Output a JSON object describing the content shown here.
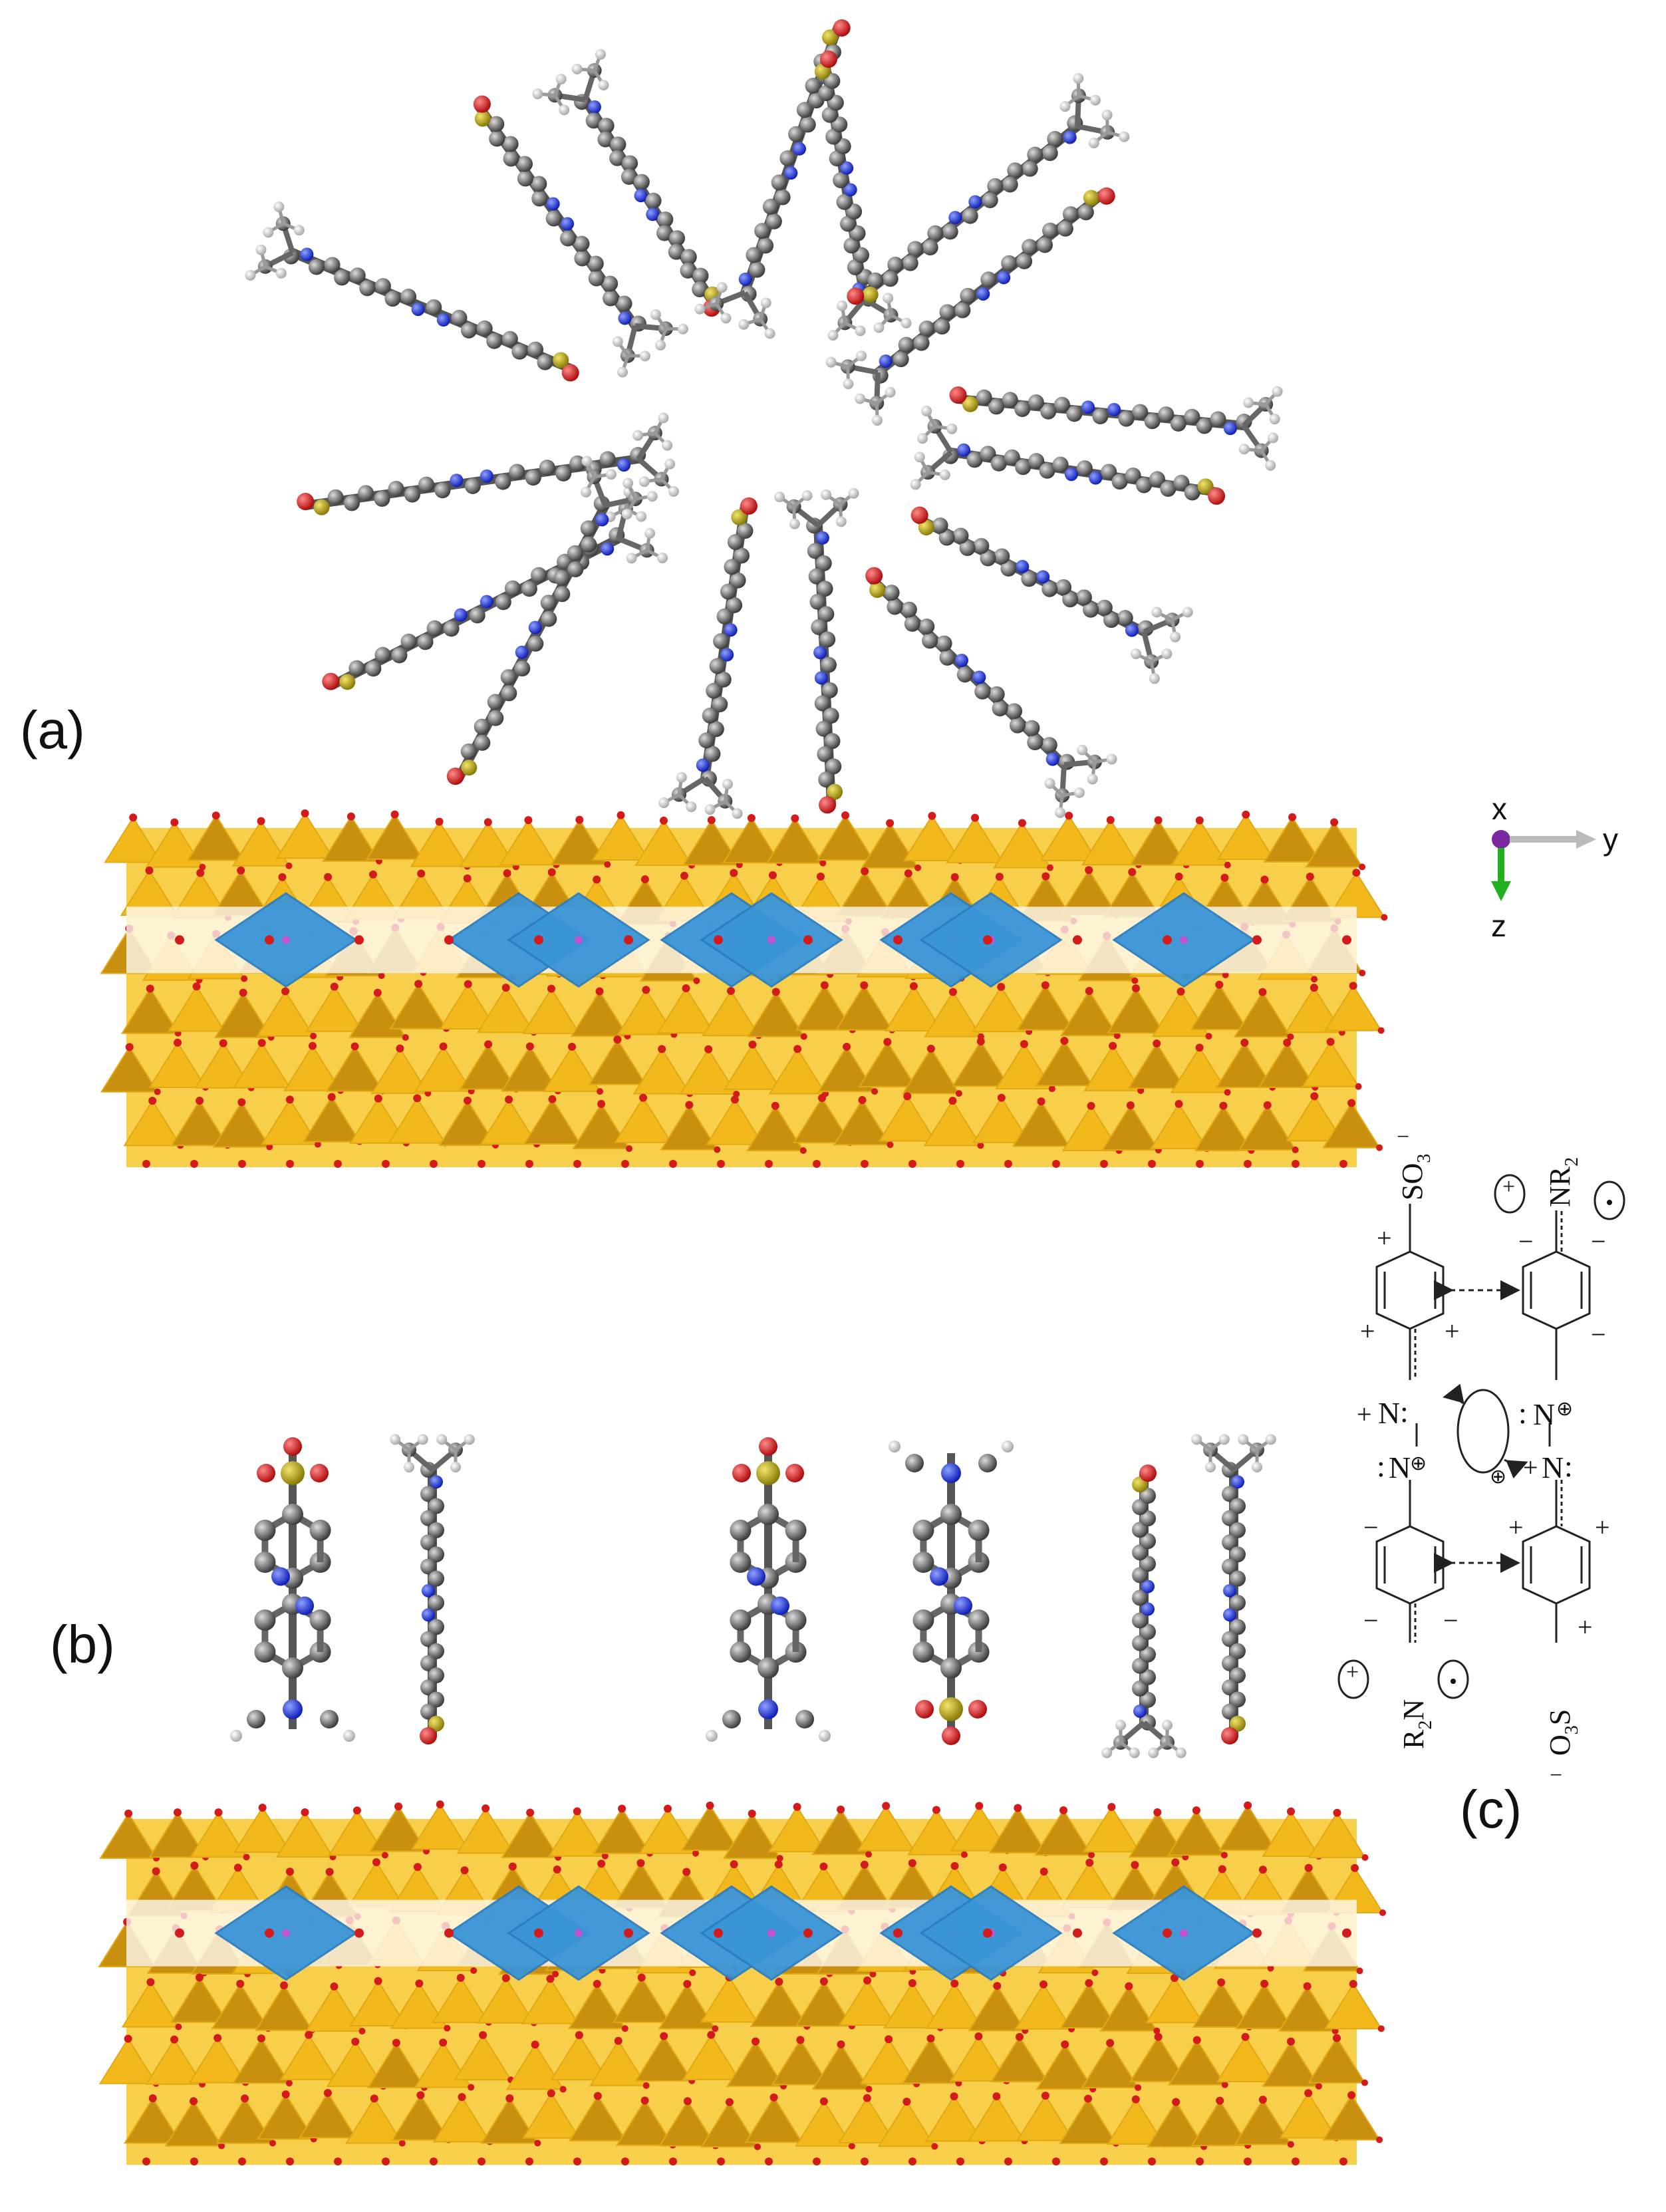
{
  "panels": {
    "a": {
      "label": "(a)"
    },
    "b": {
      "label": "(b)"
    },
    "c": {
      "label": "(c)"
    }
  },
  "axes": {
    "x": "x",
    "y": "y",
    "z": "z"
  },
  "scheme": {
    "sulfonate_top": "SO",
    "sulfonate_top_sub": "3",
    "amine_top": "NR",
    "amine_top_sub": "2",
    "amine_bottom_pre": "R",
    "amine_bottom_sub": "2",
    "amine_bottom": "N",
    "sulfonate_bottom_pre": "O",
    "sulfonate_bottom_sub": "3",
    "sulfonate_bottom": "S",
    "plus": "+",
    "minus": "−",
    "azo_n": "N",
    "circled_plus": "⊕",
    "colon": ":"
  },
  "colors": {
    "tetrahedra": "#f2b81c",
    "tetrahedra_dark": "#c98f0f",
    "octahedra": "#3a95d8",
    "oxygen": "#d41b1b",
    "carbon": "#6b6b6b",
    "nitrogen": "#1f33d6",
    "sulfur": "#a89a12",
    "hydrogen": "#e4e4e4",
    "axis_green": "#20b020"
  }
}
